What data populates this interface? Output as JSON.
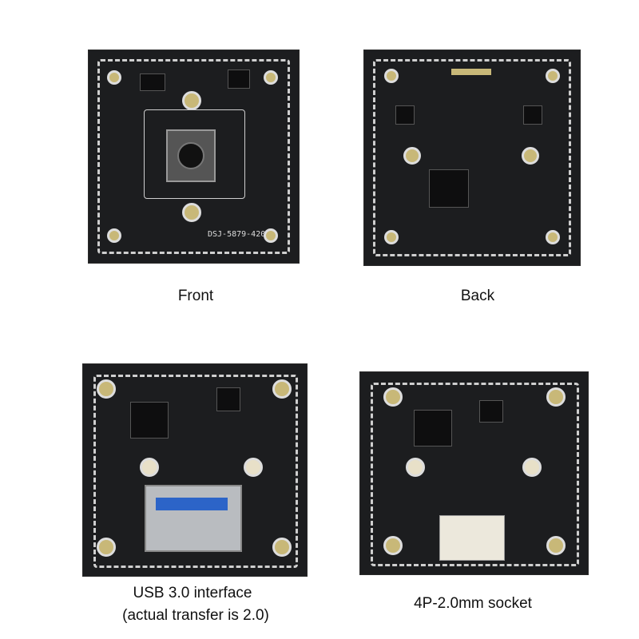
{
  "captions": {
    "front": "Front",
    "back": "Back",
    "usb_line1": "USB 3.0 interface",
    "usb_line2": "(actual transfer is 2.0)",
    "socket": "4P-2.0mm socket"
  },
  "board_silkscreen": "DSJ-5879-420"
}
